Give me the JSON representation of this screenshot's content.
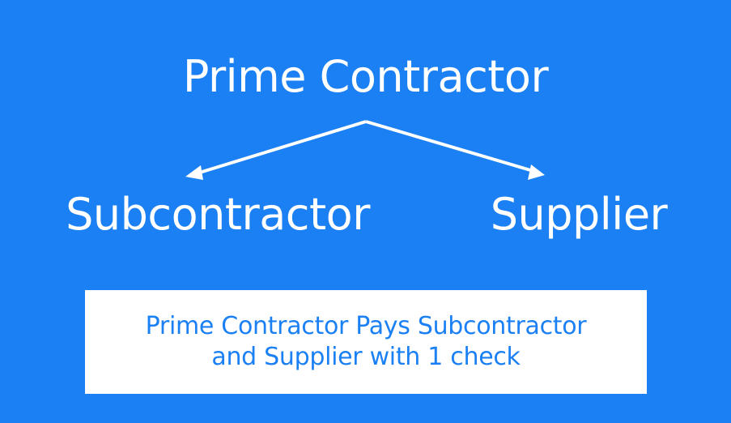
{
  "colors": {
    "background": "#1b80f3",
    "node_text": "#ffffff",
    "arrow": "#ffffff",
    "box_background": "#ffffff",
    "box_text": "#1b80f3"
  },
  "diagram": {
    "root": {
      "label": "Prime Contractor"
    },
    "children": [
      {
        "label": "Subcontractor"
      },
      {
        "label": "Supplier"
      }
    ],
    "edges": [
      {
        "from": "Prime Contractor",
        "to": "Subcontractor"
      },
      {
        "from": "Prime Contractor",
        "to": "Supplier"
      }
    ]
  },
  "note": {
    "lines": [
      "Prime Contractor Pays Subcontractor",
      "and Supplier with 1 check"
    ]
  }
}
